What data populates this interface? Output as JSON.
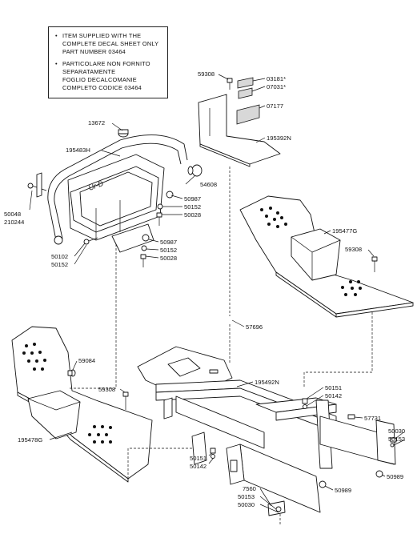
{
  "note": {
    "line1": "ITEM SUPPLIED WITH THE",
    "line2": "COMPLETE DECAL SHEET ONLY",
    "line3": "PART NUMBER 03464",
    "line4": "PARTICOLARE NON FORNITO",
    "line5": "SEPARATAMENTE",
    "line6": "FOGLIO DECALCOMANIE",
    "line7": "COMPLETO CODICE 03464",
    "bullet": "•"
  },
  "parts": {
    "p59308a": "59308",
    "p03181": "03181*",
    "p07031": "07031*",
    "p07177": "07177",
    "p195392N": "195392N",
    "p13672": "13672",
    "p195483H": "195483H",
    "p54608": "54608",
    "p50987a": "50987",
    "p50152a": "50152",
    "p50028a": "50028",
    "p50048": "50048",
    "p210244": "210244",
    "p50987b": "50987",
    "p50152b": "50152",
    "p50028b": "50028",
    "p50102": "50102",
    "p50152c": "50152",
    "p195477G": "195477G",
    "p59308b": "59308",
    "p57696": "57696",
    "p59084": "59084",
    "p59308c": "59308",
    "p195478G": "195478G",
    "p195492N": "195492N",
    "p50151a": "50151",
    "p50142a": "50142",
    "p57731": "57731",
    "p50030a": "50030",
    "p50153a": "50153",
    "p50151b": "50151",
    "p50142b": "50142",
    "p50989a": "50989",
    "p50989b": "50989",
    "p7560": "7560",
    "p50153b": "50153",
    "p50030b": "50030"
  }
}
